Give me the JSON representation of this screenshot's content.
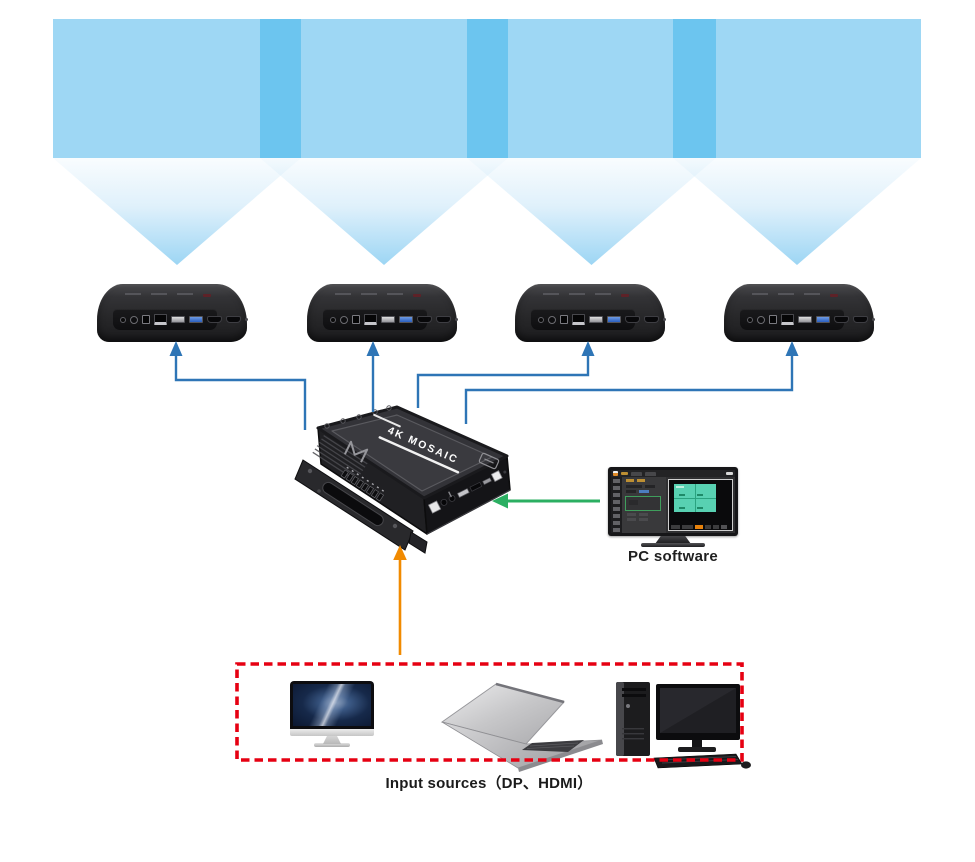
{
  "processor": {
    "label": "4K MOSAIC"
  },
  "pc": {
    "label": "PC software"
  },
  "inputs": {
    "label": "Input sources（DP、HDMI）",
    "devices": [
      "imac",
      "laptop",
      "desktop-pc"
    ]
  },
  "wall": {
    "segments": 4,
    "overlaps": 3,
    "band_color": "#9ED7F4",
    "overlap_color": "#6CC5EF",
    "beam_color": "#94D2F3"
  },
  "projectors": {
    "count": 4,
    "body_color": "#28282A"
  },
  "arrows": {
    "video_blue": "#2E75B6",
    "control_green": "#2BAF62",
    "input_orange": "#F18A00"
  },
  "input_box_color": "#E60012"
}
